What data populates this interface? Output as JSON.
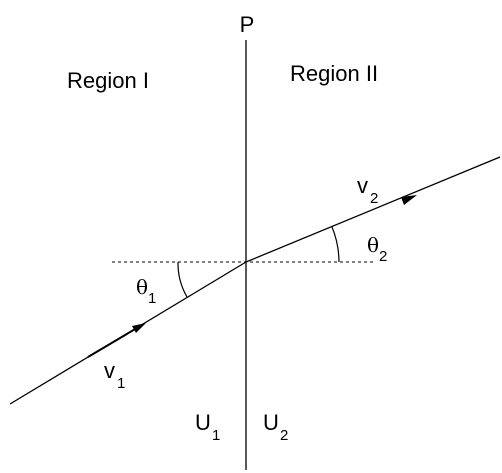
{
  "diagram": {
    "top_label": "P",
    "region_left": "Region I",
    "region_right": "Region II",
    "theta1": {
      "symbol": "θ",
      "sub": "1"
    },
    "theta2": {
      "symbol": "θ",
      "sub": "2"
    },
    "v1": {
      "symbol": "v",
      "sub": "1"
    },
    "v2": {
      "symbol": "v",
      "sub": "2"
    },
    "u1": {
      "symbol": "U",
      "sub": "1"
    },
    "u2": {
      "symbol": "U",
      "sub": "2"
    }
  }
}
